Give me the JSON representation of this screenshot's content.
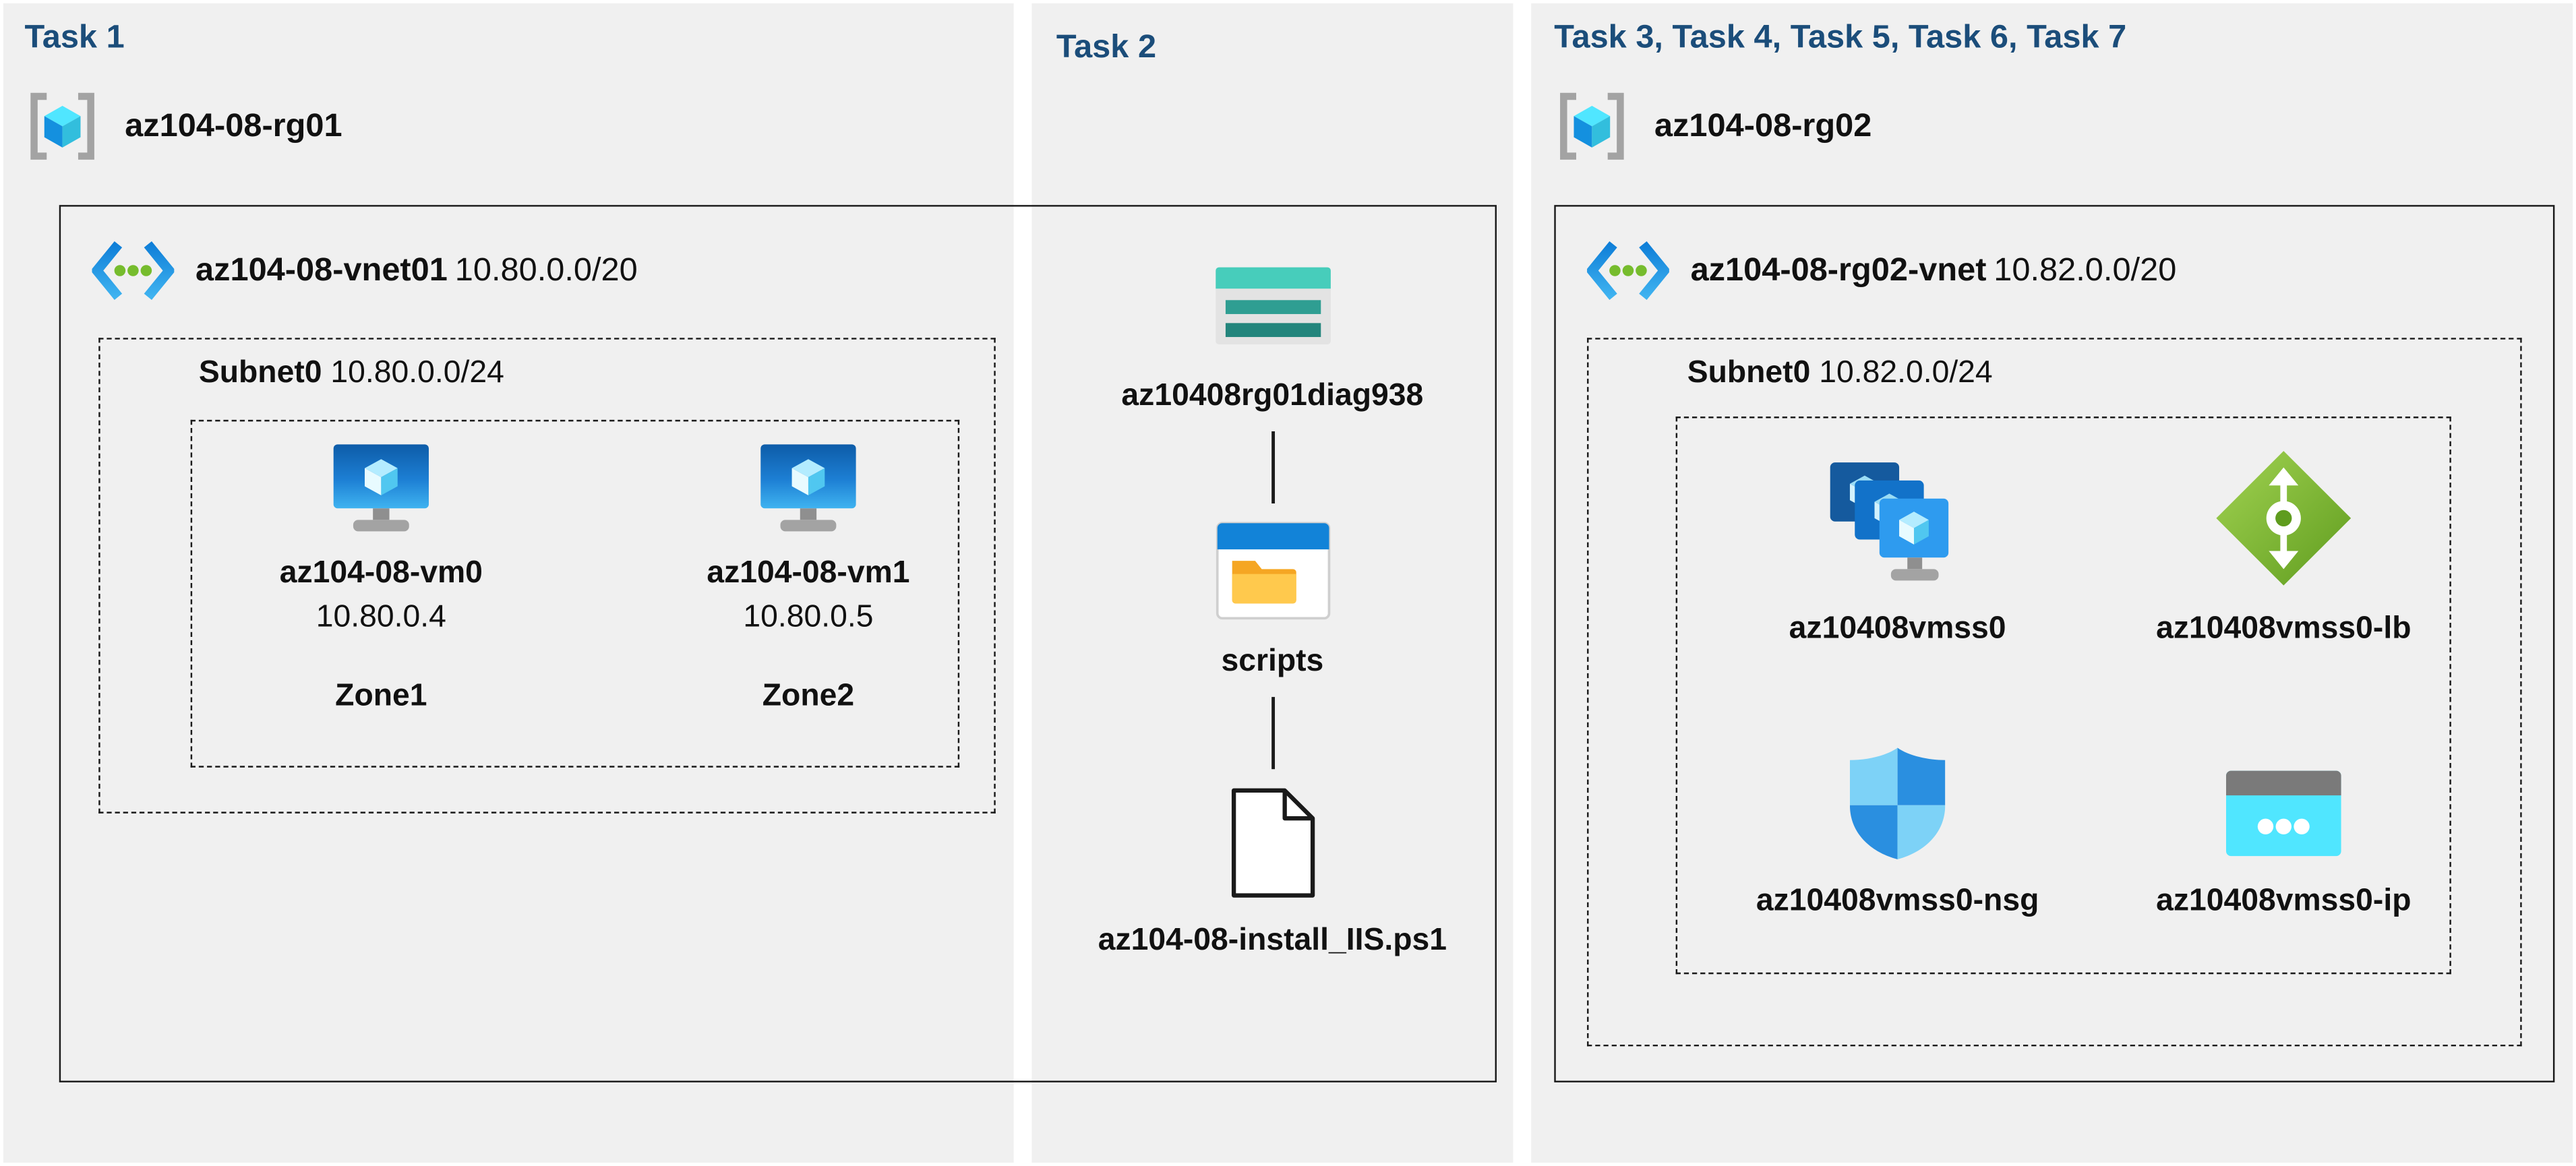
{
  "colors": {
    "title_blue": "#1b4d7a",
    "panel_bg": "#f0f0f0",
    "azure_blue": "#1272c9",
    "vnet_green_dots": "#76bc2d",
    "storage_teal": "#42c3b4",
    "lb_green": "#6ba32a",
    "public_ip_cyan": "#50e6ff"
  },
  "task1": {
    "title": "Task 1",
    "resource_group": "az104-08-rg01",
    "vnet_name": "az104-08-vnet01",
    "vnet_cidr": "10.80.0.0/20",
    "subnet_name": "Subnet0",
    "subnet_cidr": "10.80.0.0/24",
    "vms": [
      {
        "name": "az104-08-vm0",
        "ip": "10.80.0.4",
        "zone": "Zone1"
      },
      {
        "name": "az104-08-vm1",
        "ip": "10.80.0.5",
        "zone": "Zone2"
      }
    ]
  },
  "task2": {
    "title": "Task 2",
    "storage_account": "az10408rg01diag938",
    "container": "scripts",
    "script_file": "az104-08-install_IIS.ps1"
  },
  "task3": {
    "title": "Task 3, Task 4, Task 5, Task 6, Task 7",
    "resource_group": "az104-08-rg02",
    "vnet_name": "az104-08-rg02-vnet",
    "vnet_cidr": "10.82.0.0/20",
    "subnet_name": "Subnet0",
    "subnet_cidr": "10.82.0.0/24",
    "resources": [
      {
        "name": "az10408vmss0",
        "type": "vm-scale-set"
      },
      {
        "name": "az10408vmss0-lb",
        "type": "load-balancer"
      },
      {
        "name": "az10408vmss0-nsg",
        "type": "network-security-group"
      },
      {
        "name": "az10408vmss0-ip",
        "type": "public-ip"
      }
    ]
  }
}
